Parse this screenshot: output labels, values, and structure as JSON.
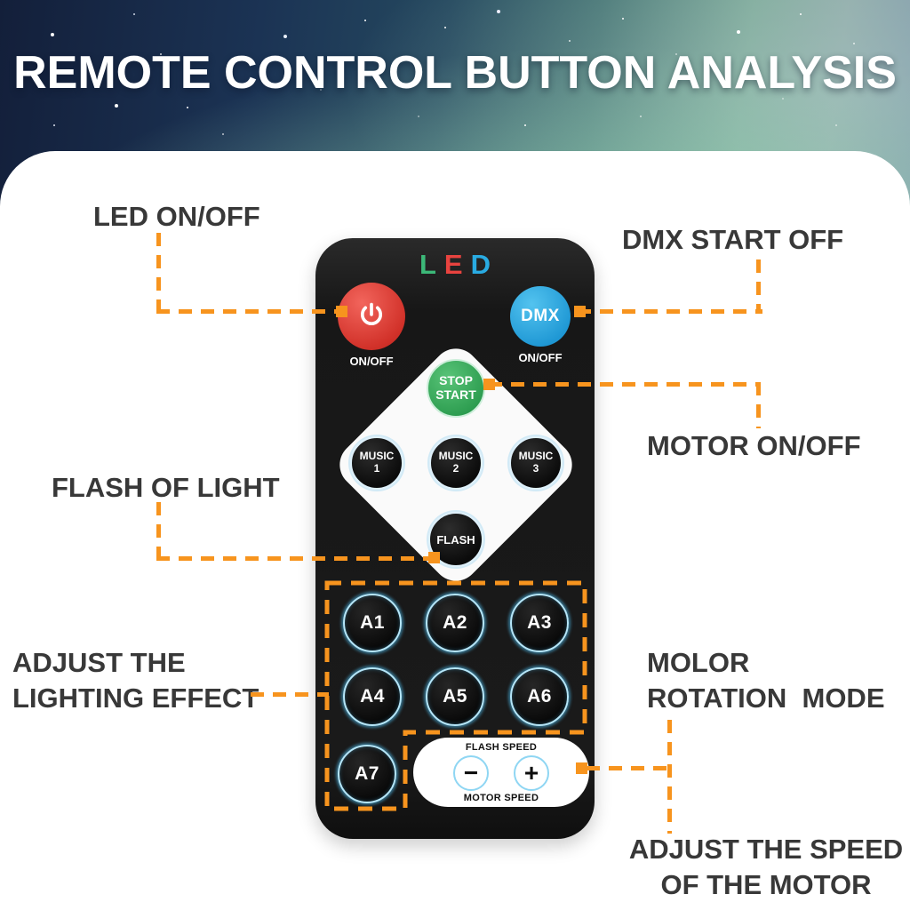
{
  "title": "REMOTE CONTROL BUTTON ANALYSIS",
  "remote": {
    "brand": {
      "l": "L",
      "e": "E",
      "d": "D"
    },
    "power": {
      "label": "ON/OFF"
    },
    "dmx": {
      "text": "DMX",
      "label": "ON/OFF"
    },
    "stop_start": {
      "line1": "STOP",
      "line2": "START"
    },
    "music": [
      {
        "line1": "MUSIC",
        "line2": "1"
      },
      {
        "line1": "MUSIC",
        "line2": "2"
      },
      {
        "line1": "MUSIC",
        "line2": "3"
      }
    ],
    "flash": "FLASH",
    "a_buttons": [
      "A1",
      "A2",
      "A3",
      "A4",
      "A5",
      "A6",
      "A7"
    ],
    "speed": {
      "top": "FLASH SPEED",
      "minus": "−",
      "plus": "+",
      "bottom": "MOTOR SPEED"
    }
  },
  "annotations": {
    "led": "LED ON/OFF",
    "dmx": "DMX START OFF",
    "motor": "MOTOR ON/OFF",
    "flash": "FLASH OF LIGHT",
    "lighting": [
      "ADJUST THE",
      "LIGHTING EFFECT"
    ],
    "rotation": [
      "MOLOR",
      "ROTATION  MODE"
    ],
    "speed": [
      "ADJUST THE SPEED",
      "OF THE MOTOR"
    ]
  },
  "colors": {
    "accent_orange": "#F7941E",
    "power_red": "#D2322A",
    "dmx_blue": "#2EA9E0",
    "start_green": "#33A65C",
    "led_l": "#3CB878",
    "led_e": "#E8433F",
    "led_d": "#29ABE2",
    "ring_cyan": "#9ADCF5",
    "label_gray": "#383838"
  }
}
